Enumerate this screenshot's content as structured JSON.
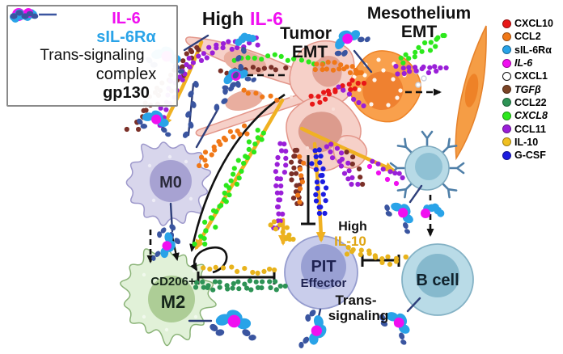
{
  "titles": {
    "high": "High",
    "il6": "IL-6",
    "tumor_line1": "Tumor",
    "tumor_line2": "EMT",
    "meso_line1": "Mesothelium",
    "meso_line2": "EMT"
  },
  "legend_left": {
    "il6": "IL-6",
    "sil6ra": "sIL-6Rα",
    "trans": "Trans-signaling",
    "complex": "complex",
    "gp130": "gp130"
  },
  "legend_right": {
    "items": [
      {
        "label": "CXCL10",
        "color": "#e81717",
        "italic": false,
        "outline": false
      },
      {
        "label": "CCL2",
        "color": "#f07818",
        "italic": false,
        "outline": false
      },
      {
        "label": "sIL-6Rα",
        "color": "#29a3e8",
        "italic": false,
        "outline": false
      },
      {
        "label": "IL-6",
        "color": "#f00ff0",
        "italic": true,
        "outline": false
      },
      {
        "label": "CXCL1",
        "color": "#ffffff",
        "italic": false,
        "outline": true
      },
      {
        "label": "TGFβ",
        "color": "#7b4426",
        "italic": true,
        "outline": false
      },
      {
        "label": "CCL22",
        "color": "#2d9355",
        "italic": false,
        "outline": false
      },
      {
        "label": "CXCL8",
        "color": "#2ce81c",
        "italic": true,
        "outline": false
      },
      {
        "label": "CCL11",
        "color": "#9a1fd8",
        "italic": false,
        "outline": false
      },
      {
        "label": "IL-10",
        "color": "#f0c020",
        "italic": false,
        "outline": false
      },
      {
        "label": "G-CSF",
        "color": "#1c1ce0",
        "italic": false,
        "outline": false
      }
    ]
  },
  "cells": {
    "m0": "M0",
    "cd206": "CD206+",
    "m2": "M2",
    "pit_line1": "PIT",
    "pit_line2": "Effector",
    "bcell": "B cell"
  },
  "annotations": {
    "high": "High",
    "il10": "IL-10",
    "trans_line1": "Trans-",
    "trans_line2": "signaling"
  },
  "colors": {
    "IL6": "#f00ff0",
    "sIL6Ra": "#29a3e8",
    "CXCL10": "#e81717",
    "CCL2": "#f07818",
    "CXCL1": "#ffffff",
    "TGFb": "#7b3028",
    "CCL22": "#2d9355",
    "CXCL8": "#2ce81c",
    "CCL11": "#9a1fd8",
    "IL10": "#e8b31c",
    "GCSF": "#1c1ce0",
    "gp130": "#3a55a0",
    "gold_arrow": "#f0b122",
    "il10_text": "#dfa512"
  }
}
